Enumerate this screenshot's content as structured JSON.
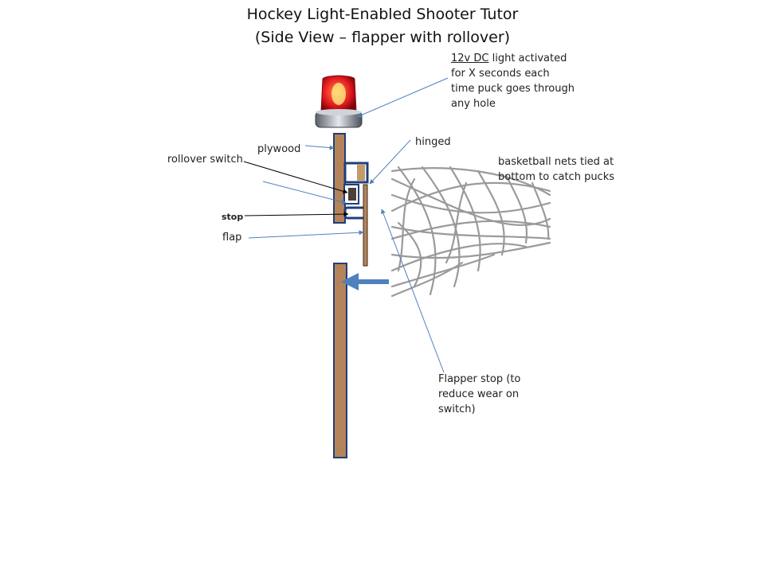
{
  "diagram": {
    "title_line1": "Hockey Light-Enabled Shooter Tutor",
    "title_line2": "(Side View – flapper with rollover)",
    "labels": {
      "light_underlined": "12v DC",
      "light_line1_rest": " light activated",
      "light_line2": "for X seconds each",
      "light_line3": "time puck goes through",
      "light_line4": "any hole",
      "hinged": "hinged",
      "plywood": "plywood",
      "rollover_switch": "rollover switch",
      "nets_line1": "basketball nets tied at",
      "nets_line2": "bottom to catch pucks",
      "stop": "stop",
      "flap": "flap",
      "flapper_stop_line1": "Flapper stop (to",
      "flapper_stop_line2": "reduce wear on",
      "flapper_stop_line3": "switch)"
    },
    "colors": {
      "plywood_fill": "#b5835a",
      "outline_blue": "#1f3f7a",
      "leader_blue": "#4f81bd",
      "arrow_blue": "#4f81bd",
      "beacon_red": "#d9141c",
      "net_gray": "#9a9a9a"
    },
    "icons": [
      "rotating-beacon-light-icon",
      "basketball-net-icon",
      "puck-direction-arrow-icon"
    ]
  }
}
